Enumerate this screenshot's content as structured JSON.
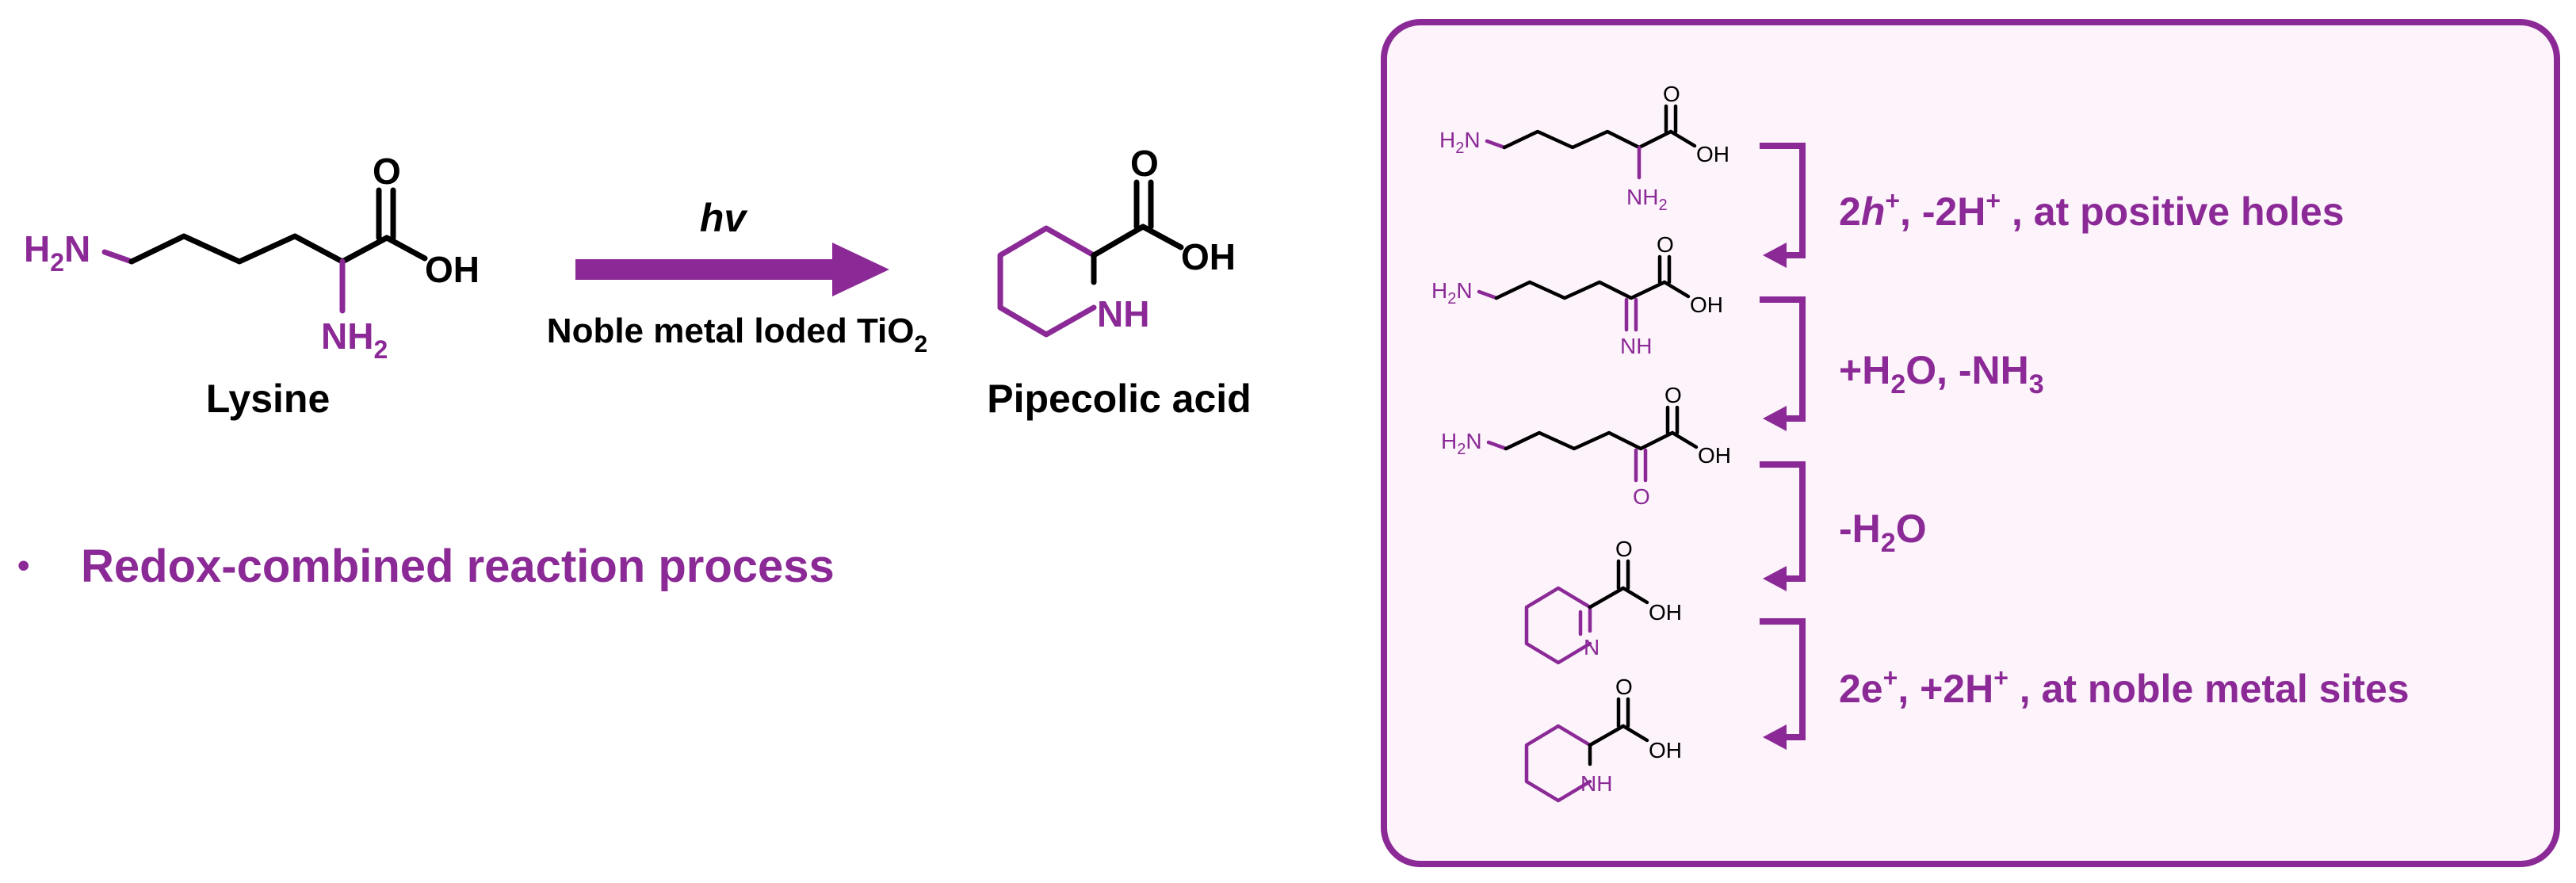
{
  "colors": {
    "accent": "#8b2a96",
    "panel_background": "#fcf3fb",
    "text": "#000000"
  },
  "main_scheme": {
    "reactant_label": "Lysine",
    "product_label": "Pipecolic acid",
    "arrow_top_label": "hv",
    "arrow_bottom_label": "Noble metal loded TiO",
    "arrow_bottom_subscript": "2",
    "bullet_symbol": "•",
    "bullet_text": "Redox-combined reaction process"
  },
  "atoms": {
    "h2n_main": "H",
    "n_letter": "N",
    "nh_main": "NH",
    "sub2": "2",
    "oxygen": "O",
    "oh": "OH",
    "nitrogen": "N"
  },
  "mechanism": {
    "steps": [
      {
        "main": "2",
        "italic": "h",
        "sup": "+",
        "rest": ", -2H",
        "sup2": "+",
        "tail": " , at positive holes"
      },
      {
        "part1": "+H",
        "sub1": "2",
        "part2": "O, -NH",
        "sub2": "3"
      },
      {
        "part1": "-H",
        "sub1": "2",
        "part2": "O"
      },
      {
        "part1": "2e",
        "sup1": "+",
        "part2": ", +2H",
        "sup2": "+",
        "part3": " , at noble metal sites"
      }
    ]
  }
}
